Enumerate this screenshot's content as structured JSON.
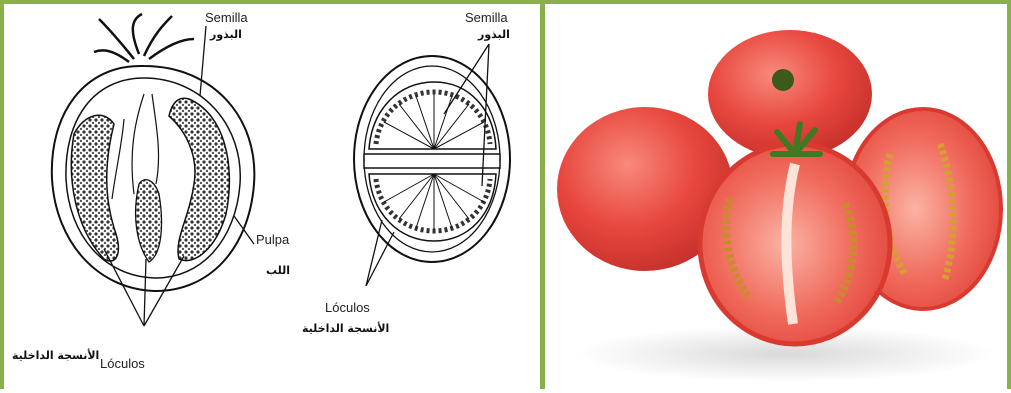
{
  "left_diagram": {
    "semilla_es": "Semilla",
    "semilla_ar": "البذور",
    "pulpa_es": "Pulpa",
    "pulpa_ar": "اللب",
    "loculos_es": "Lóculos",
    "loculos_ar": "الأنسجة الداخلية"
  },
  "right_diagram": {
    "semilla_es": "Semilla",
    "semilla_ar": "البذور",
    "loculos_es": "Lóculos",
    "loculos_ar": "الأنسجة الداخلية"
  },
  "colors": {
    "border": "#8ab04e",
    "tomato": "#e8473e",
    "tomato_light": "#f27a6c"
  }
}
